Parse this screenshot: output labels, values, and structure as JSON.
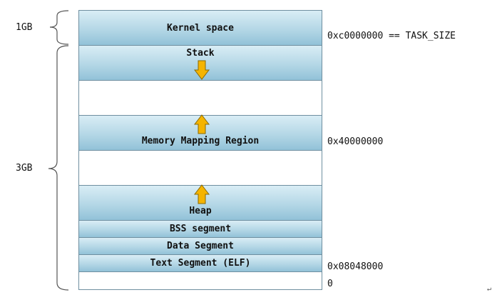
{
  "segments": {
    "kernel": "Kernel space",
    "stack": "Stack",
    "mmap": "Memory Mapping Region",
    "heap": "Heap",
    "bss": "BSS segment",
    "data": "Data Segment",
    "text": "Text Segment (ELF)"
  },
  "addresses": {
    "task_size": "0xc0000000 == TASK_SIZE",
    "mmap_base": "0x40000000",
    "text_base": "0x08048000",
    "zero": "0"
  },
  "sizes": {
    "kernel": "1GB",
    "user": "3GB"
  },
  "arrow_directions": [
    "down",
    "up",
    "up"
  ],
  "colors": {
    "segment_fill": "#b4d7e6",
    "segment_border": "#6f8fa0",
    "arrow_fill": "#f5b400",
    "arrow_stroke": "#8a6a00"
  },
  "corner_mark": "↵"
}
